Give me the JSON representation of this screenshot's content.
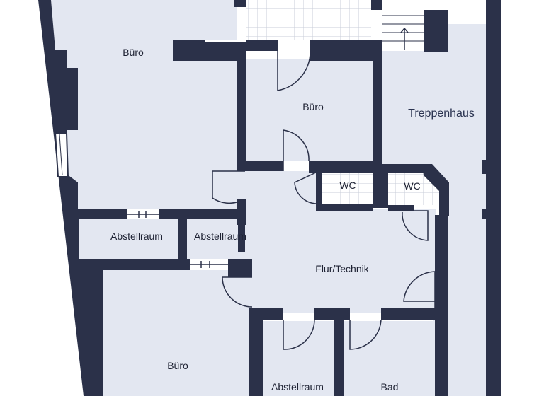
{
  "rooms": {
    "buero_top_left": "Büro",
    "buero_center": "Büro",
    "treppenhaus": "Treppenhaus",
    "wc_left": "WC",
    "wc_right": "WC",
    "abstellraum_left": "Abstellraum",
    "abstellraum_mid": "Abstellraum",
    "flur_technik": "Flur/Technik",
    "buero_bottom": "Büro",
    "abstellraum_bottom": "Abstellraum",
    "bad": "Bad"
  },
  "colors": {
    "wall": "#2b3149",
    "floor": "#e3e7f1",
    "tile_line": "#c9ced8",
    "door_line": "#2b3149"
  }
}
